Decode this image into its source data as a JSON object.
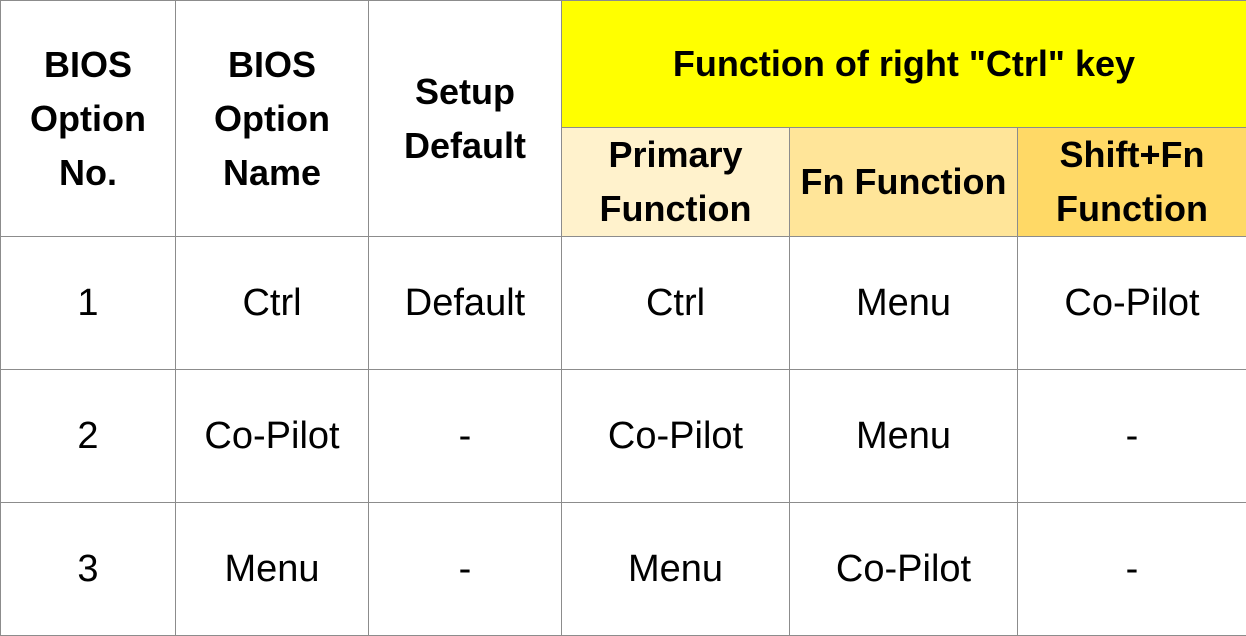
{
  "table": {
    "headers": {
      "option_no": "BIOS Option No.",
      "option_name": "BIOS Option Name",
      "setup_default": "Setup Default",
      "group": "Function of right \"Ctrl\" key",
      "primary": "Primary Function",
      "fn": "Fn Function",
      "shift_fn": "Shift+Fn Function"
    },
    "rows": [
      {
        "no": "1",
        "name": "Ctrl",
        "default": "Default",
        "primary": "Ctrl",
        "fn": "Menu",
        "shift_fn": "Co-Pilot"
      },
      {
        "no": "2",
        "name": "Co-Pilot",
        "default": "-",
        "primary": "Co-Pilot",
        "fn": "Menu",
        "shift_fn": "-"
      },
      {
        "no": "3",
        "name": "Menu",
        "default": "-",
        "primary": "Menu",
        "fn": "Co-Pilot",
        "shift_fn": "-"
      }
    ],
    "colors": {
      "group_header": "#FFFF00",
      "primary_header": "#FFF2CC",
      "fn_header": "#FFE599",
      "shift_fn_header": "#FFD966",
      "border": "#8C8C8C"
    }
  }
}
